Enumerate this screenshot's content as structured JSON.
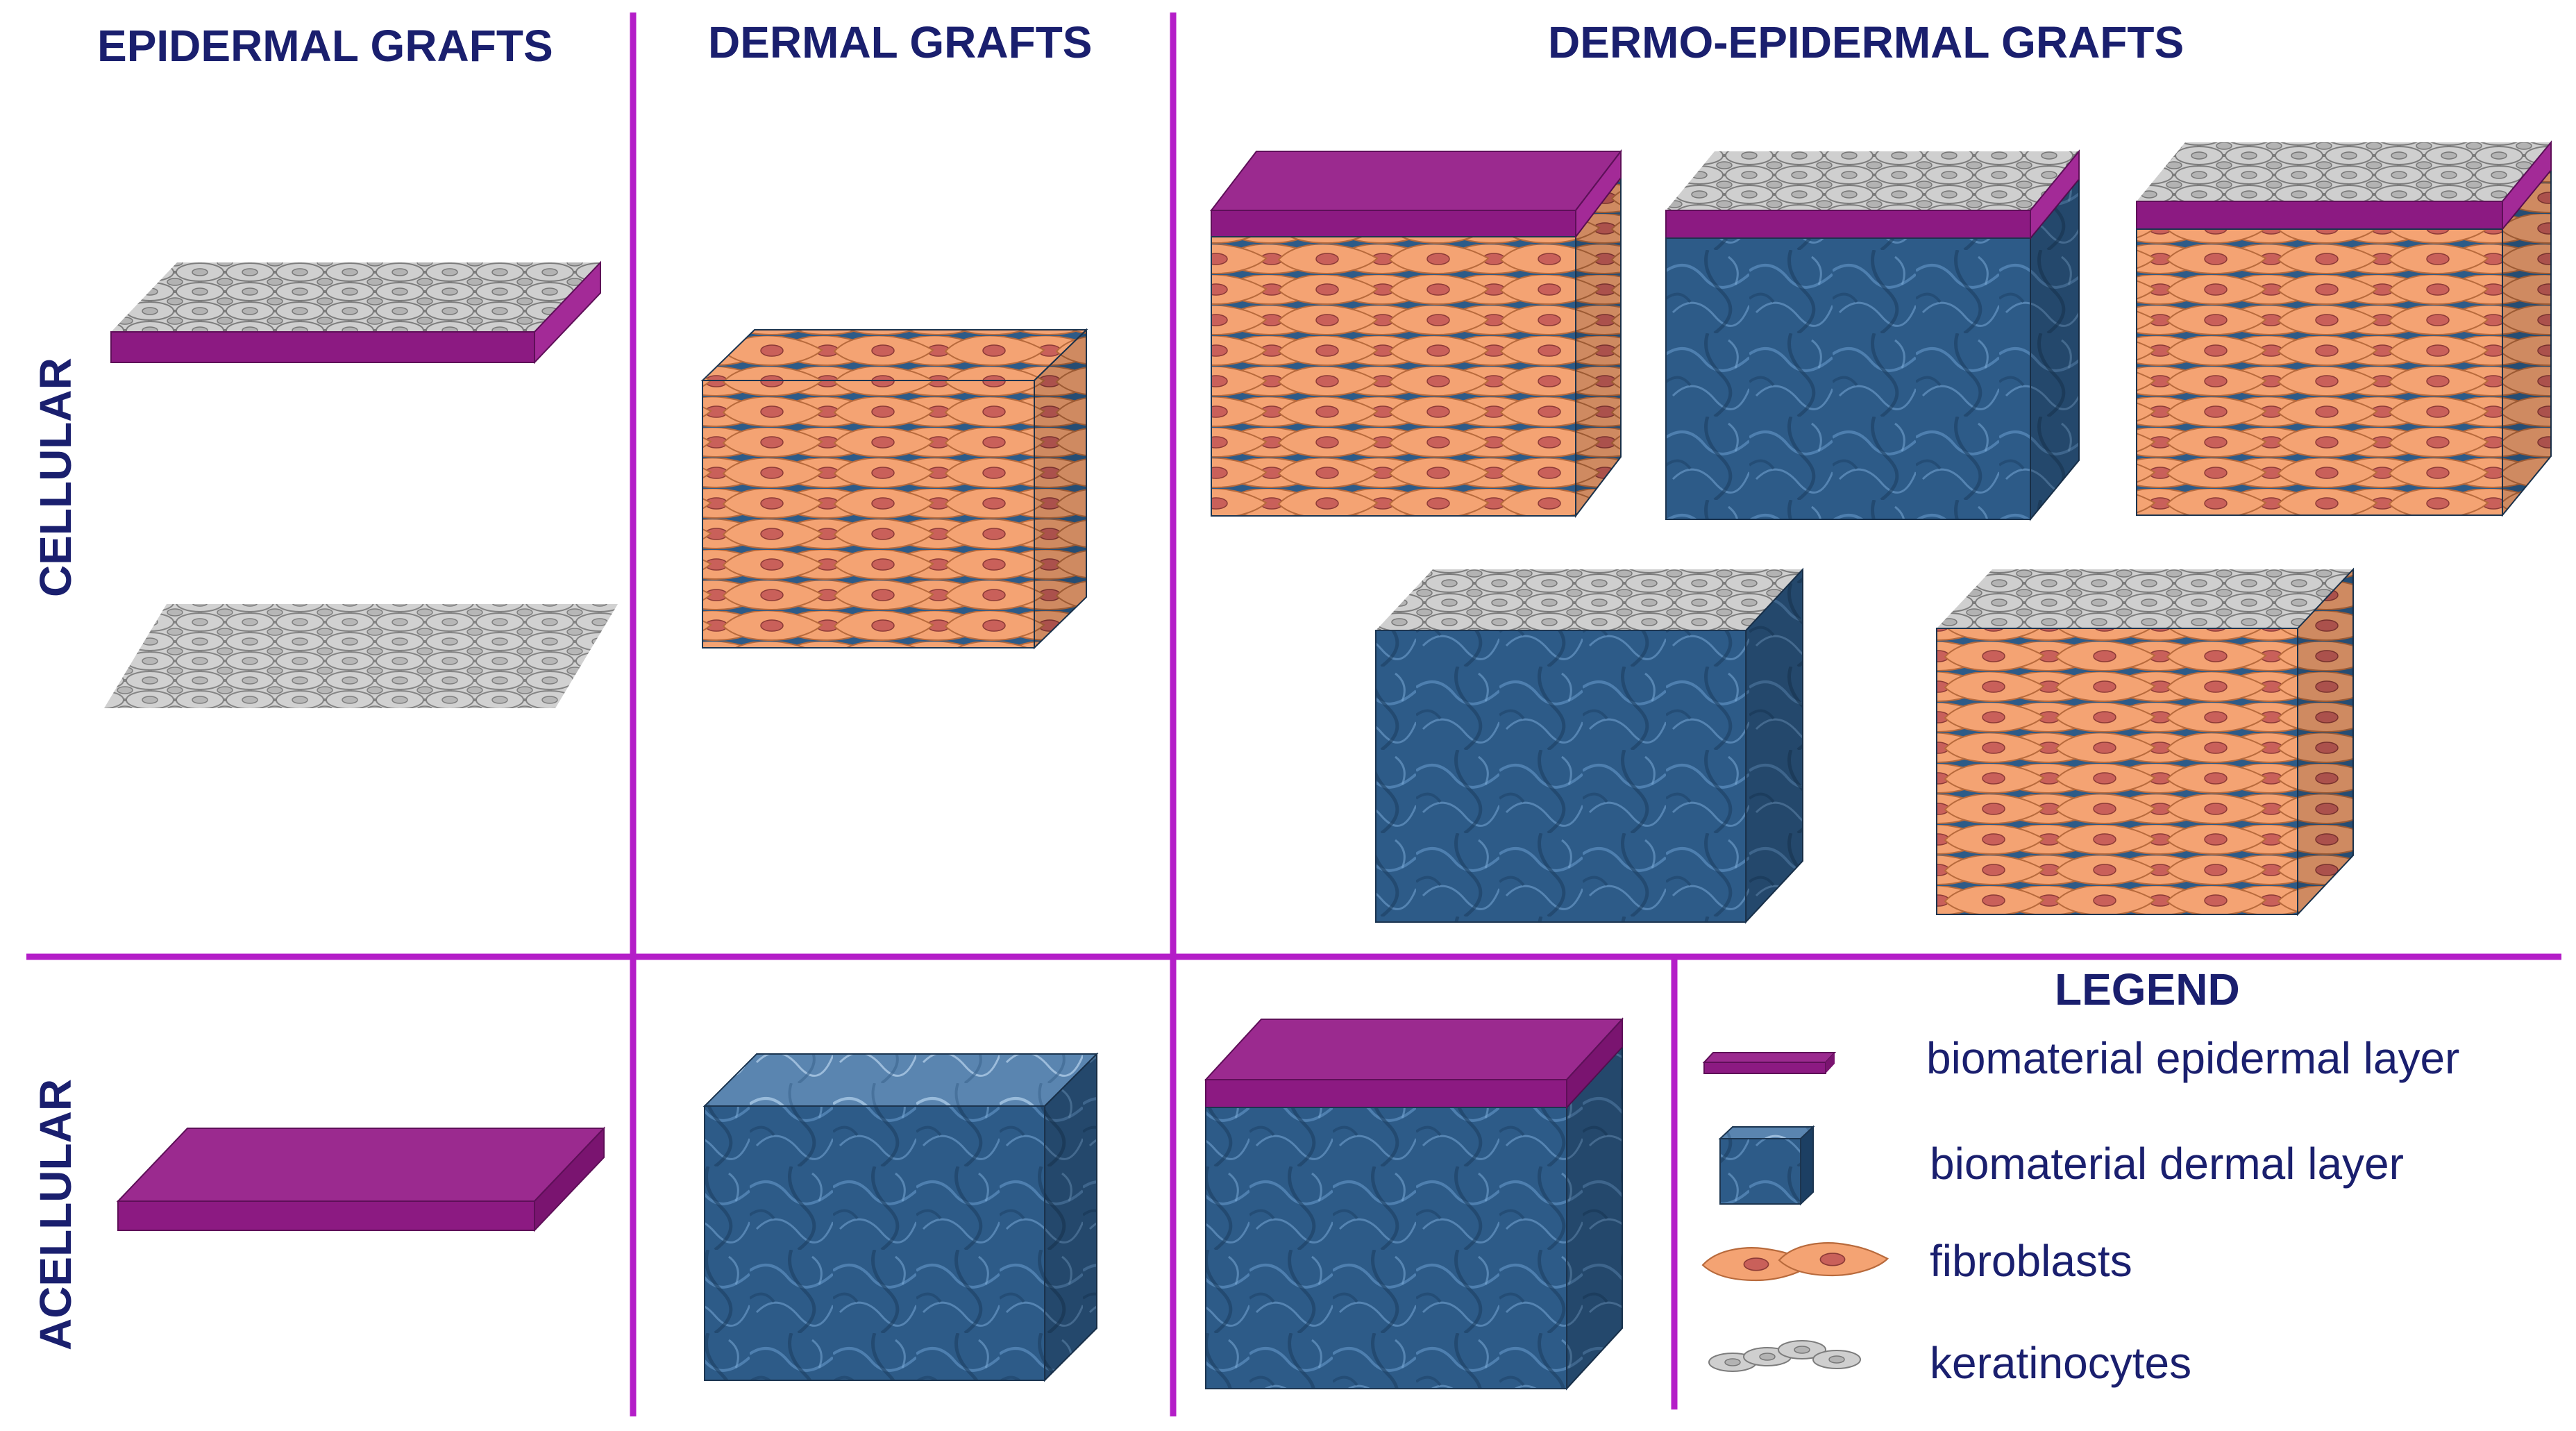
{
  "columns": {
    "epidermal": "EPIDERMAL GRAFTS",
    "dermal": "DERMAL GRAFTS",
    "dermo_epidermal": "DERMO-EPIDERMAL GRAFTS"
  },
  "rows": {
    "cellular": "CELLULAR",
    "acellular": "ACELLULAR"
  },
  "legend": {
    "title": "LEGEND",
    "items": [
      "biomaterial epidermal layer",
      "biomaterial dermal layer",
      "fibroblasts",
      "keratinocytes"
    ]
  },
  "colors": {
    "divider": "#b41ec8",
    "text": "#1a1f6e",
    "epidermal_layer": "#8c1a82",
    "dermal_layer": "#2e5a86",
    "fibroblast": "#f4a373",
    "fibroblast_nucleus": "#c9605a",
    "keratinocyte": "#cfcfcf"
  }
}
